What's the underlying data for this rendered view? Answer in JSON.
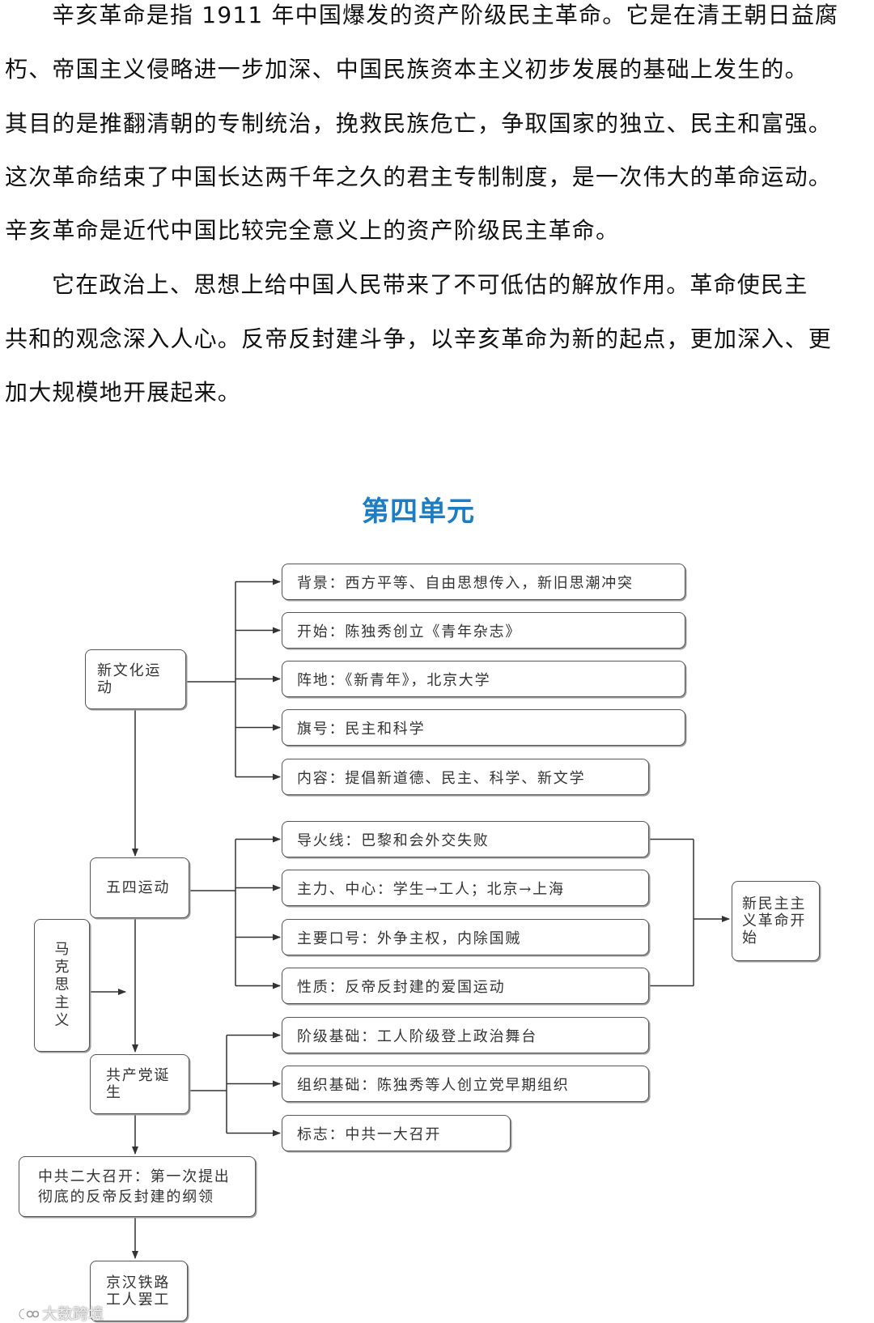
{
  "article": {
    "paragraphs": [
      {
        "lines": [
          "辛亥革命是指 1911 年中国爆发的资产阶级民主革命。它是在清王朝日益腐",
          "朽、帝国主义侵略进一步加深、中国民族资本主义初步发展的基础上发生的。",
          "其目的是推翻清朝的专制统治，挽救民族危亡，争取国家的独立、民主和富强。",
          "这次革命结束了中国长达两千年之久的君主专制制度，是一次伟大的革命运动。",
          "辛亥革命是近代中国比较完全意义上的资产阶级民主革命。"
        ]
      },
      {
        "lines": [
          "它在政治上、思想上给中国人民带来了不可低估的解放作用。革命使民主",
          "共和的观念深入人心。反帝反封建斗争，以辛亥革命为新的起点，更加深入、更",
          "加大规模地开展起来。"
        ]
      }
    ]
  },
  "unit_title": "第四单元",
  "diagram": {
    "new_culture_movement": {
      "label": "新文化运动",
      "details": [
        "背景：西方平等、自由思想传入，新旧思潮冲突",
        "开始：陈独秀创立《青年杂志》",
        "阵地：《新青年》，北京大学",
        "旗号：民主和科学",
        "内容：提倡新道德、民主、科学、新文学"
      ]
    },
    "may_fourth_movement": {
      "label": "五四运动",
      "details": [
        "导火线：巴黎和会外交失败",
        "主力、中心：学生→工人；北京→上海",
        "主要口号：外争主权，内除国贼",
        "性质：反帝反封建的爱国运动"
      ]
    },
    "marxism": {
      "label": "马克思主义"
    },
    "party_founding": {
      "label": "共产党诞生",
      "details": [
        "阶级基础：工人阶级登上政治舞台",
        "组织基础：陈独秀等人创立党早期组织",
        "标志：中共一大召开"
      ]
    },
    "second_congress": {
      "label": "中共二大召开：第一次提出彻底的反帝反封建的纲领"
    },
    "jinghan_strike": {
      "label": "京汉铁路工人罢工"
    },
    "new_democratic_revolution": {
      "label": "新民主主义革命开始"
    }
  },
  "colors": {
    "title": "#1b7dc3",
    "text": "#111111",
    "diagram_text": "#333333",
    "box_border": "#555555"
  },
  "watermark": {
    "text": "大数跨境",
    "icon": "watermark-logo-icon"
  }
}
